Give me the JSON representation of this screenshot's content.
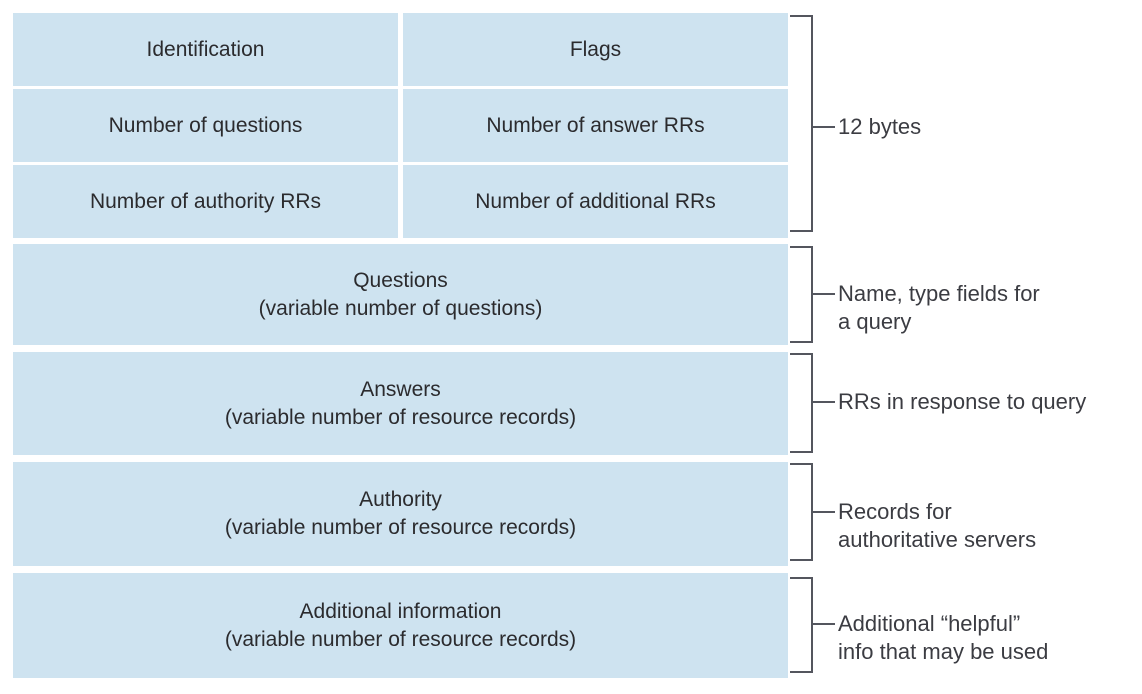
{
  "figure": {
    "type": "dns-message-format-diagram",
    "colors": {
      "cell_fill": "#cee3f0",
      "cell_text": "#2b2b2e",
      "bracket_stroke": "#54565e",
      "annotation_text": "#3b3c42",
      "background": "#ffffff"
    },
    "header": {
      "cells": [
        "Identification",
        "Flags",
        "Number of questions",
        "Number of answer RRs",
        "Number of authority RRs",
        "Number of additional RRs"
      ]
    },
    "sections": [
      {
        "title": "Questions",
        "subtitle": "(variable number of questions)"
      },
      {
        "title": "Answers",
        "subtitle": "(variable number of resource records)"
      },
      {
        "title": "Authority",
        "subtitle": "(variable number of resource records)"
      },
      {
        "title": "Additional information",
        "subtitle": "(variable number of resource records)"
      }
    ],
    "annotations": [
      {
        "lines": [
          "12 bytes",
          ""
        ]
      },
      {
        "lines": [
          "Name, type fields for",
          "a query"
        ]
      },
      {
        "lines": [
          "RRs in response to query",
          ""
        ]
      },
      {
        "lines": [
          "Records for",
          "authoritative servers"
        ]
      },
      {
        "lines": [
          "Additional “helpful”",
          "info that may be used"
        ]
      }
    ]
  }
}
